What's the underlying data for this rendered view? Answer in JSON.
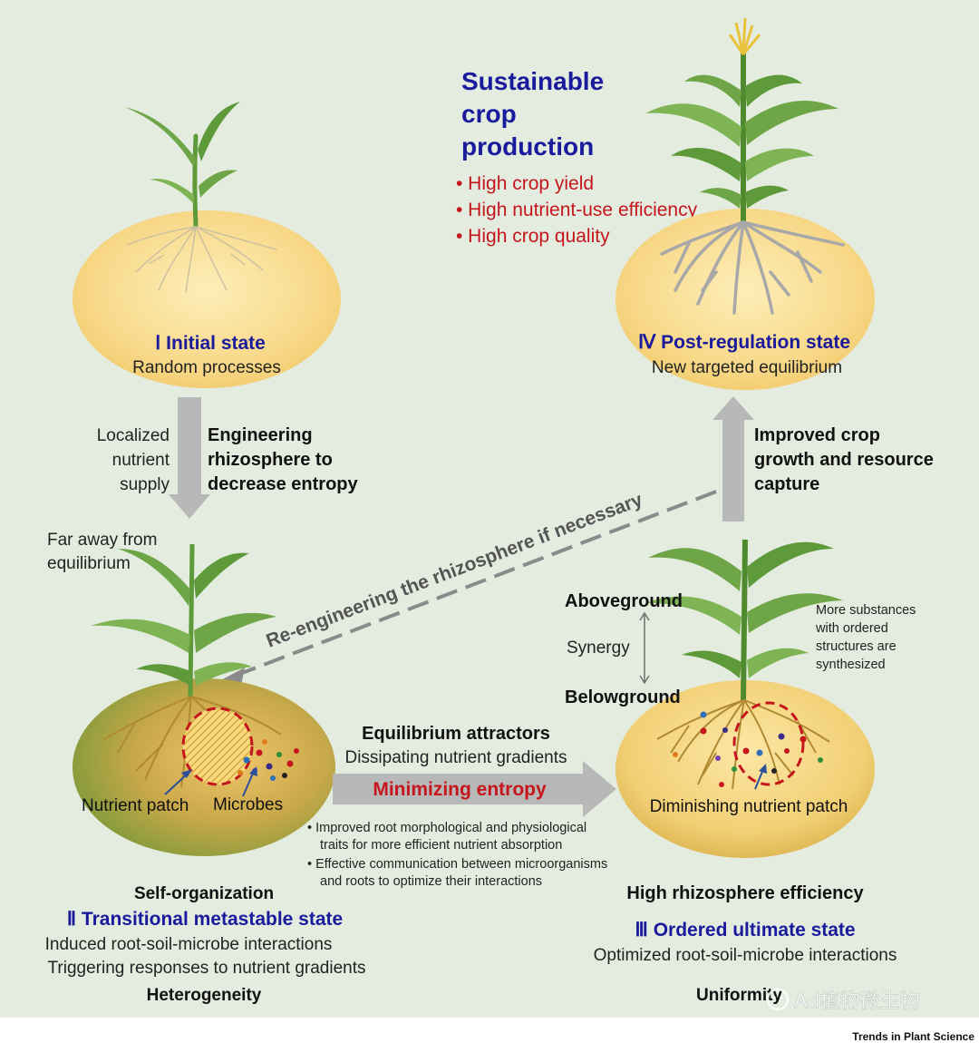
{
  "colors": {
    "panel": "#e4ece0",
    "navy": "#1a1a9c",
    "red": "#c4161c",
    "arrow": "#b8b8b8",
    "soil_yellow": "#f7d88a",
    "soil_light": "#fbe7a8",
    "leaf": "#5f9a3a",
    "root_tan": "#c9a24a",
    "root_grey": "#a8a8a8"
  },
  "header": {
    "title_lines": [
      "Sustainable",
      "crop",
      "production"
    ],
    "bullets": [
      "• High crop yield",
      "• High nutrient-use efficiency",
      "• High crop quality"
    ]
  },
  "states": {
    "initial": {
      "name": "Ⅰ  Initial state",
      "sub": "Random processes"
    },
    "post": {
      "name": "Ⅳ Post-regulation state",
      "sub": "New targeted equilibrium"
    },
    "transitional": {
      "top": "Self-organization",
      "name": "Ⅱ  Transitional metastable state",
      "sub1": "Induced root-soil-microbe interactions",
      "sub2": "Triggering responses to nutrient gradients",
      "bottom": "Heterogeneity",
      "far_away": [
        "Far away from",
        "equilibrium"
      ],
      "nutrient_patch": "Nutrient patch",
      "microbes": "Microbes"
    },
    "ordered": {
      "top": "High rhizosphere efficiency",
      "name": "Ⅲ Ordered ultimate state",
      "sub": "Optimized root-soil-microbe interactions",
      "bottom": "Uniformity",
      "diminishing": "Diminishing nutrient patch",
      "above": "Aboveground",
      "synergy": "Synergy",
      "below": "Belowground",
      "substances": [
        "More substances",
        "with ordered",
        "structures are",
        "synthesized"
      ]
    }
  },
  "arrows": {
    "down_left": [
      "Localized",
      "nutrient",
      "supply"
    ],
    "down_right": [
      "Engineering",
      "rhizosphere to",
      "decrease entropy"
    ],
    "up_right": [
      "Improved crop",
      "growth and resource",
      "capture"
    ],
    "feedback": "Re-engineering the rhizosphere if necessary",
    "middle_top1": "Equilibrium attractors",
    "middle_top2": "Dissipating nutrient gradients",
    "middle_main": "Minimizing entropy",
    "middle_bullets": [
      [
        "•  Improved root morphological and physiological",
        "traits for more efficient nutrient absorption"
      ],
      [
        "•  Effective communication between microorganisms",
        "and roots to optimize their interactions"
      ]
    ]
  },
  "watermark": "Ad植物微生物",
  "credit": "Trends in Plant Science"
}
